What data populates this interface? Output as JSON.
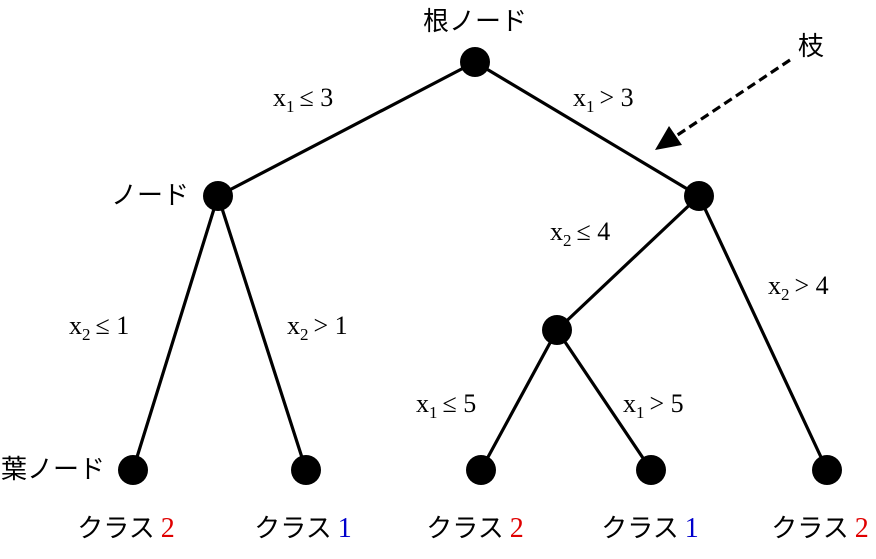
{
  "labels": {
    "root_node": "根ノード",
    "node": "ノード",
    "leaf_node": "葉ノード",
    "branch": "枝"
  },
  "conditions": {
    "root_left": {
      "var": "x",
      "sub": "1",
      "op": "≤ 3"
    },
    "root_right": {
      "var": "x",
      "sub": "1",
      "op": "> 3"
    },
    "left_left": {
      "var": "x",
      "sub": "2",
      "op": "≤ 1"
    },
    "left_right": {
      "var": "x",
      "sub": "2",
      "op": "> 1"
    },
    "right_left": {
      "var": "x",
      "sub": "2",
      "op": "≤ 4"
    },
    "right_right": {
      "var": "x",
      "sub": "2",
      "op": "> 4"
    },
    "mid_left": {
      "var": "x",
      "sub": "1",
      "op": "≤ 5"
    },
    "mid_right": {
      "var": "x",
      "sub": "1",
      "op": "> 5"
    }
  },
  "classes": {
    "prefix": "クラス",
    "leaves": [
      {
        "num": "2",
        "color": "#e00000"
      },
      {
        "num": "1",
        "color": "#0000cc"
      },
      {
        "num": "2",
        "color": "#e00000"
      },
      {
        "num": "1",
        "color": "#0000cc"
      },
      {
        "num": "2",
        "color": "#e00000"
      }
    ]
  },
  "colors": {
    "class_1": "#0000cc",
    "class_2": "#e00000"
  }
}
